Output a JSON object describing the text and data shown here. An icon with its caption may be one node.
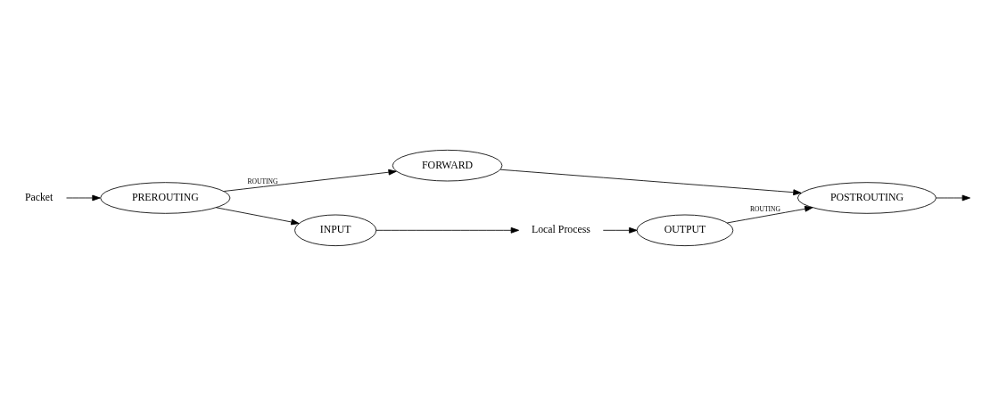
{
  "diagram": {
    "nodes": [
      {
        "text": [
          "Packet"
        ]
      },
      {
        "text": [
          "PREROUTING"
        ]
      },
      {
        "text": [
          "FORWARD"
        ]
      },
      {
        "text": [
          "POSTROUTING"
        ]
      },
      {
        "text": [
          "INPUT"
        ]
      },
      {
        "text": [
          "OUTPUT"
        ]
      },
      {
        "text": [
          "Local Process"
        ]
      }
    ],
    "edges": [
      {
        "from": 0,
        "to": 1,
        "arrow": "to"
      },
      {
        "from": 1,
        "to": 2,
        "arrow": "to",
        "label": "ROUTING"
      },
      {
        "from": 1,
        "to": 4,
        "arrow": "to"
      },
      {
        "from": 2,
        "to": 3,
        "arrow": "to"
      },
      {
        "from": 3,
        "to": null,
        "arrow": "to"
      },
      {
        "from": 4,
        "to": 6,
        "arrow": "to"
      },
      {
        "from": 6,
        "to": 5,
        "arrow": "to"
      },
      {
        "from": 5,
        "to": 3,
        "arrow": "to",
        "label": "ROUTING"
      }
    ]
  }
}
